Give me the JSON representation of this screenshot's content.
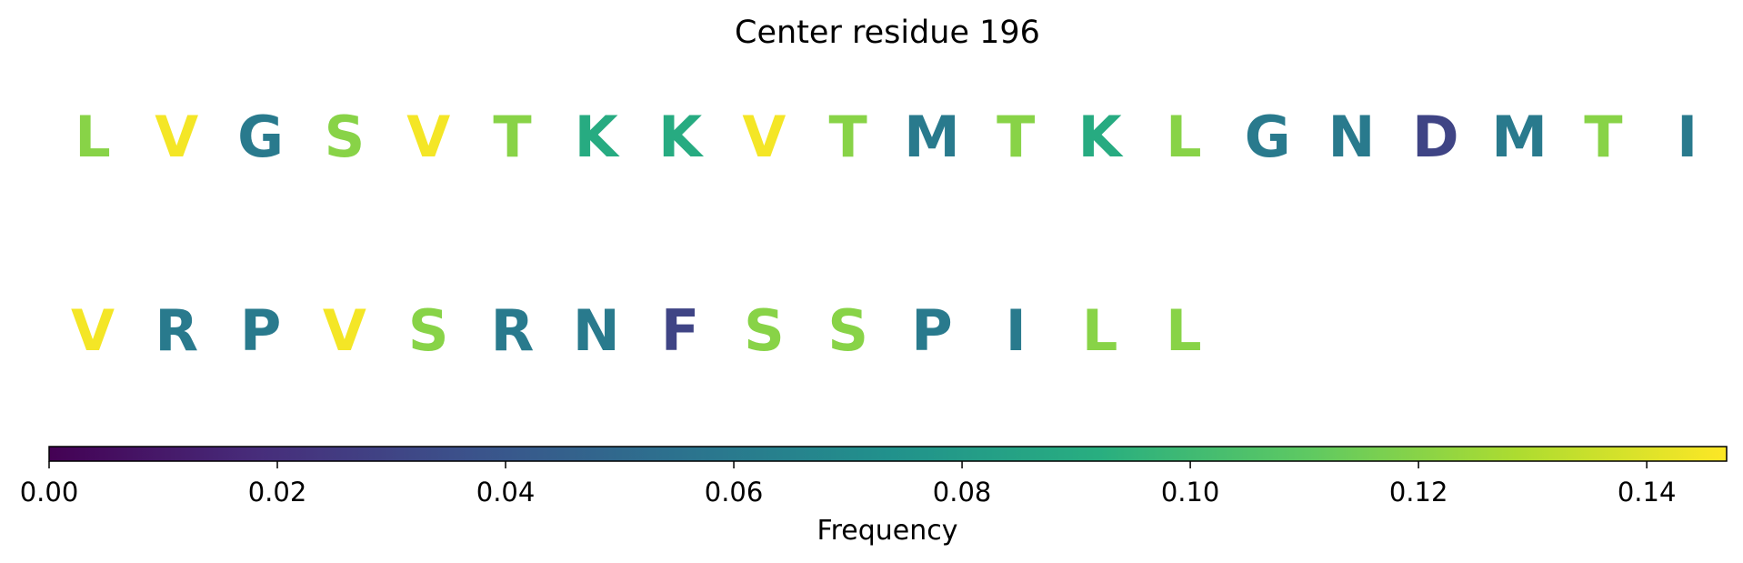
{
  "chart_data": {
    "type": "heatmap",
    "title": "Center residue 196",
    "rows": [
      {
        "residues": [
          "L",
          "V",
          "G",
          "S",
          "V",
          "T",
          "K",
          "K",
          "V",
          "T",
          "M",
          "T",
          "K",
          "L",
          "G",
          "N",
          "D",
          "M",
          "T",
          "I"
        ],
        "values": [
          0.12,
          0.145,
          0.06,
          0.12,
          0.145,
          0.12,
          0.09,
          0.09,
          0.145,
          0.12,
          0.06,
          0.12,
          0.09,
          0.12,
          0.06,
          0.06,
          0.03,
          0.06,
          0.12,
          0.06
        ]
      },
      {
        "residues": [
          "V",
          "R",
          "P",
          "V",
          "S",
          "R",
          "N",
          "F",
          "S",
          "S",
          "P",
          "I",
          "L",
          "L"
        ],
        "values": [
          0.145,
          0.06,
          0.06,
          0.145,
          0.12,
          0.06,
          0.06,
          0.03,
          0.12,
          0.12,
          0.06,
          0.06,
          0.12,
          0.12
        ]
      }
    ],
    "colorbar": {
      "label": "Frequency",
      "range": [
        0.0,
        0.147
      ],
      "ticks": [
        0.0,
        0.02,
        0.04,
        0.06,
        0.08,
        0.1,
        0.12,
        0.14
      ],
      "tick_labels": [
        "0.00",
        "0.02",
        "0.04",
        "0.06",
        "0.08",
        "0.10",
        "0.12",
        "0.14"
      ],
      "colormap": "viridis",
      "orientation": "horizontal"
    }
  }
}
